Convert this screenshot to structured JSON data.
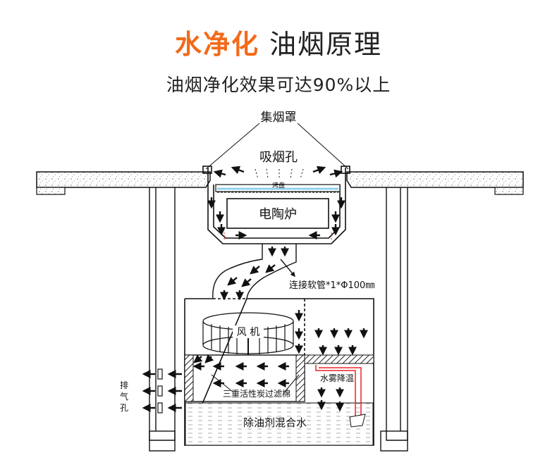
{
  "header": {
    "title_accent": "水净化",
    "title_main": "油烟原理",
    "subtitle": "油烟净化效果可达90%以上"
  },
  "labels": {
    "hood": "集烟罩",
    "suction_hole": "吸烟孔",
    "grill_tray": "烤盘",
    "electric_stove": "电陶炉",
    "hose": "连接软管*1*Φ100㎜",
    "fan": "风 机",
    "exhaust_holes": [
      "排",
      "气",
      "孔"
    ],
    "filter_cotton": "三重活性炭过滤棉",
    "water_mist": "水雾降温",
    "oil_water_mix": "除油剂混合水"
  },
  "colors": {
    "title_accent": "#f26a1b",
    "line": "#111111",
    "mist_pipe": "#e8232a",
    "tray_liquid": "#8fd3ee"
  }
}
